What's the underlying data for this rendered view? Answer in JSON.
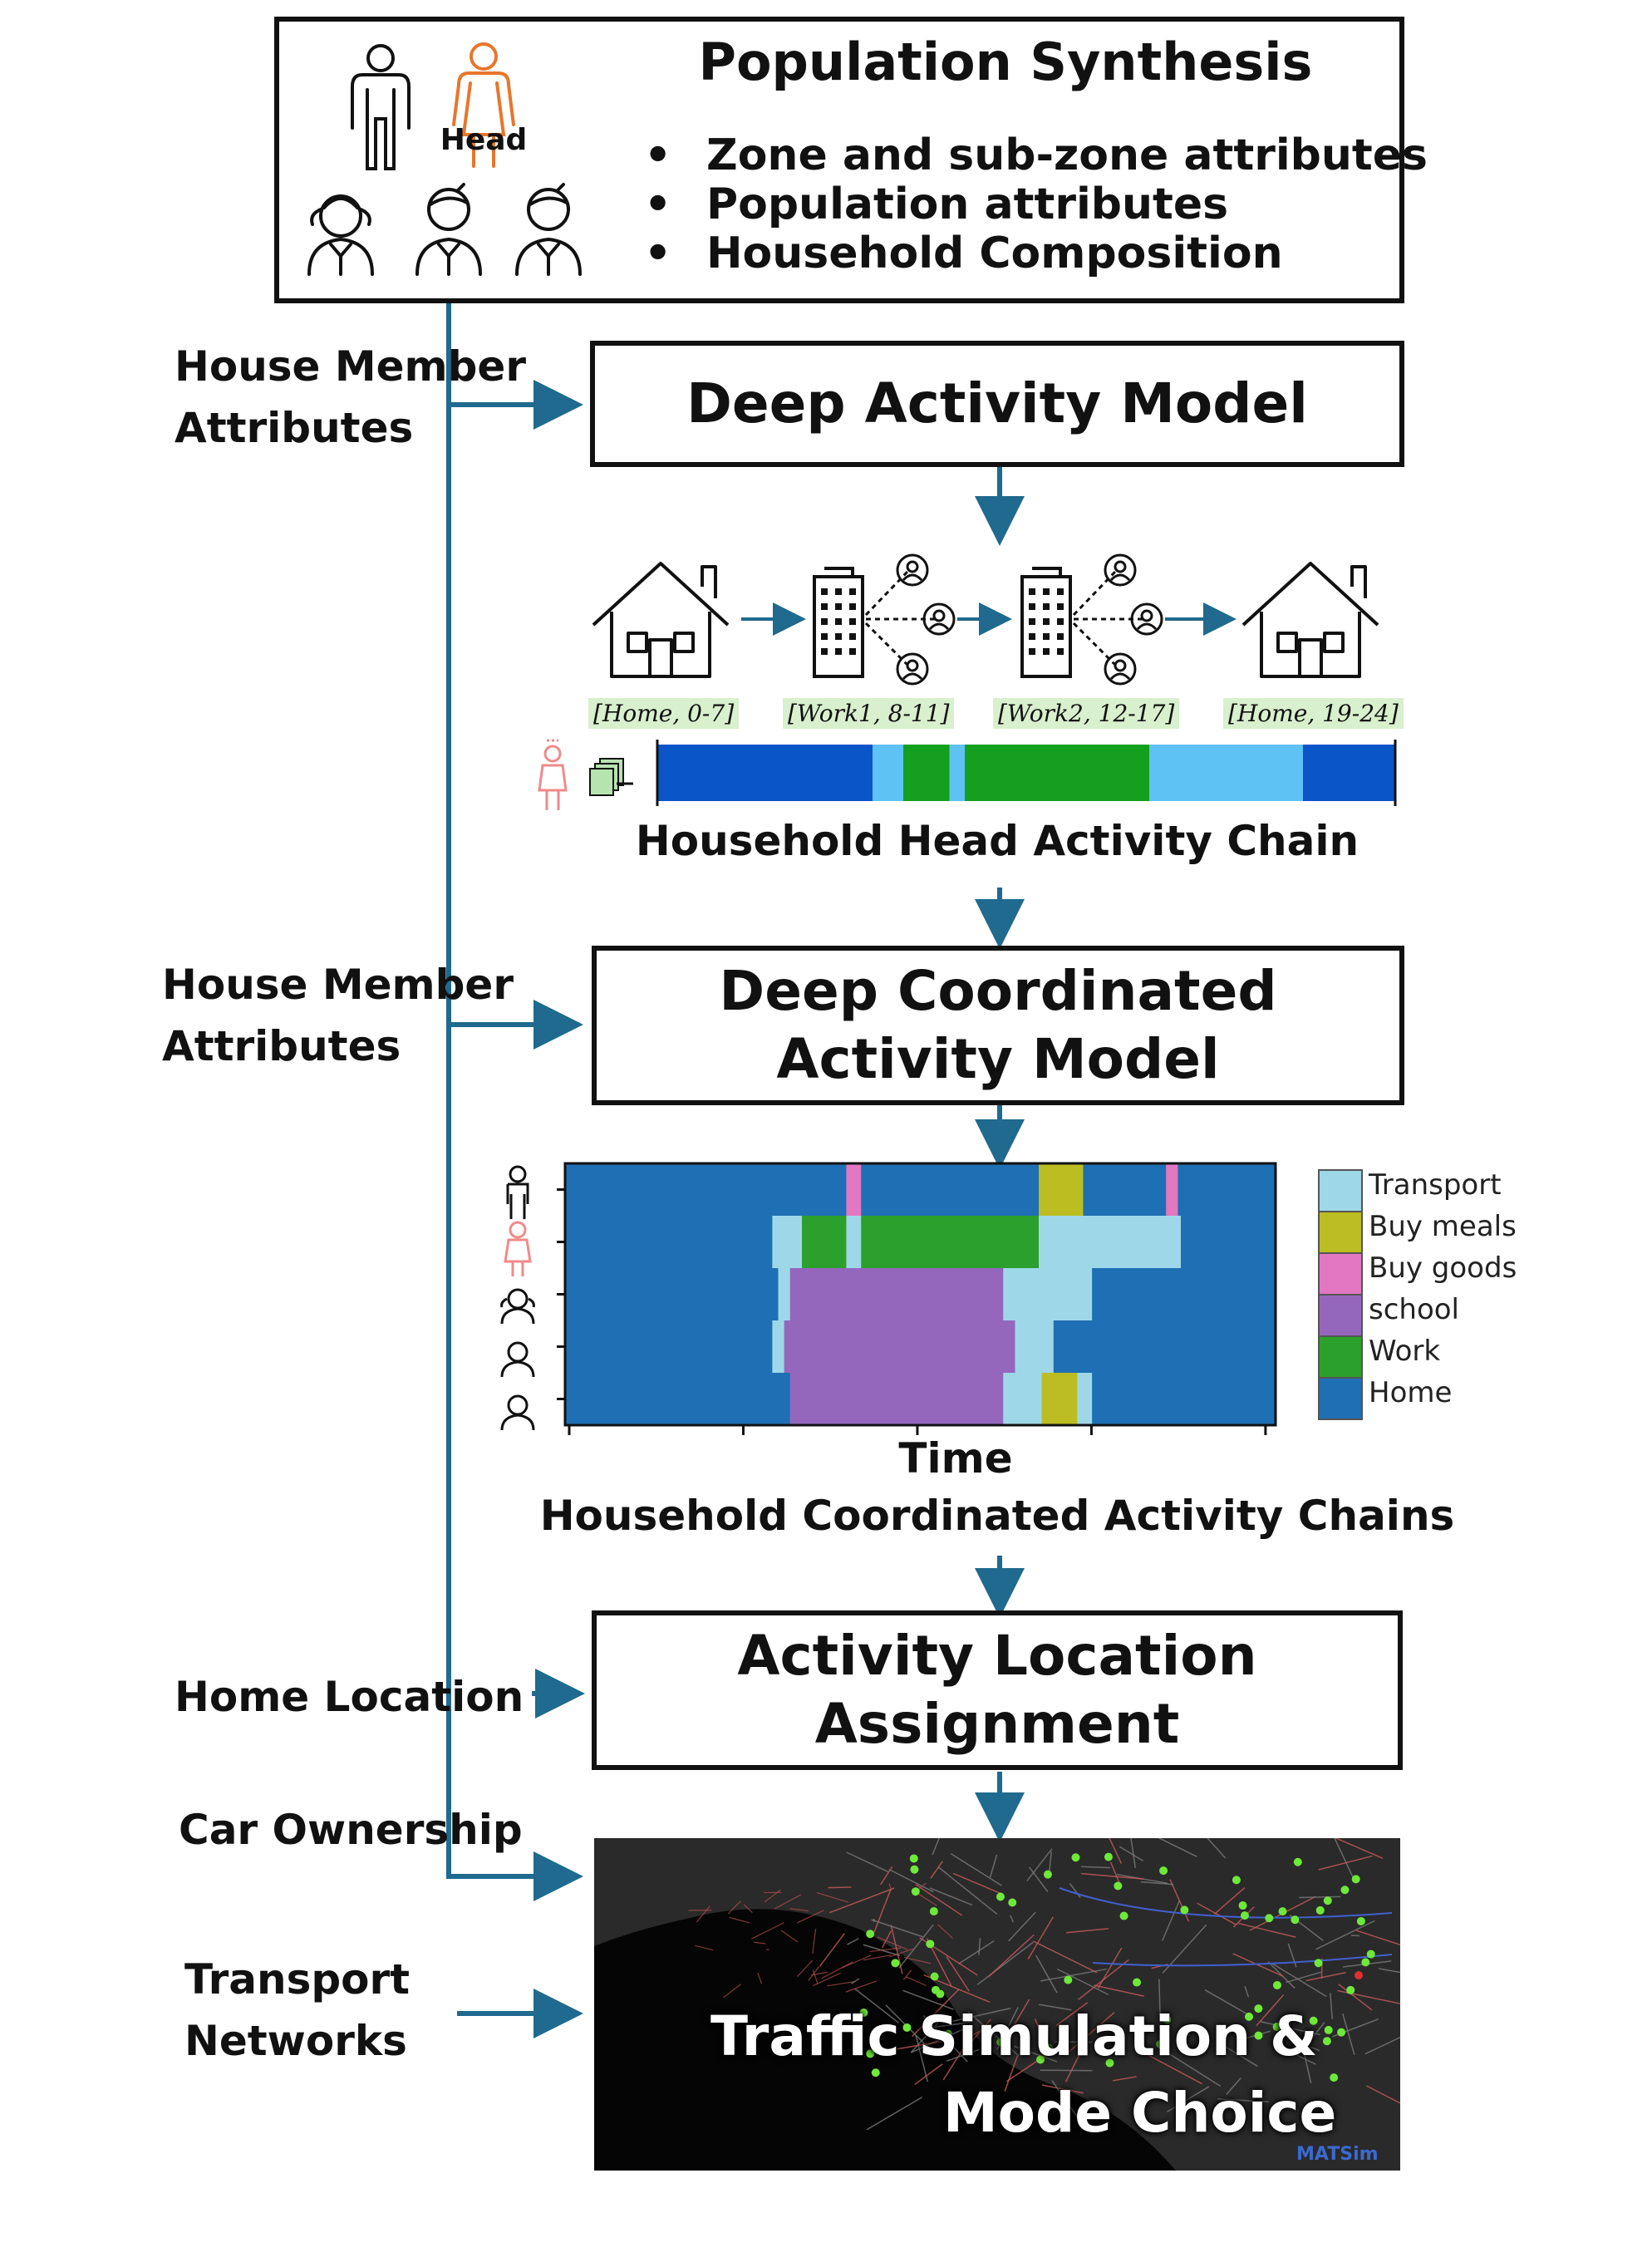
{
  "population": {
    "title": "Population Synthesis",
    "head_tag": "Head",
    "bullets": [
      "Zone and sub-zone attributes",
      "Population attributes",
      "Household Composition"
    ]
  },
  "side_labels": {
    "member_attrs_1": "House Member\nAttributes",
    "member_attrs_2": "House Member\nAttributes",
    "home_location": "Home Location",
    "car_ownership": "Car Ownership",
    "transport_networks": "Transport\nNetworks"
  },
  "boxes": {
    "deep_activity": "Deep Activity Model",
    "deep_coordinated": "Deep Coordinated\nActivity Model",
    "location_assignment": "Activity Location\nAssignment"
  },
  "activity_chain": {
    "labels": [
      "[Home, 0-7]",
      "[Work1, 8-11]",
      "[Work2, 12-17]",
      "[Home, 19-24]"
    ],
    "caption": "Household Head Activity Chain",
    "segments": [
      {
        "activity": "Home",
        "start": 0,
        "end": 7
      },
      {
        "activity": "Transport",
        "start": 7,
        "end": 8
      },
      {
        "activity": "Work",
        "start": 8,
        "end": 9.5
      },
      {
        "activity": "Transport",
        "start": 9.5,
        "end": 10
      },
      {
        "activity": "Work",
        "start": 10,
        "end": 16
      },
      {
        "activity": "Transport",
        "start": 16,
        "end": 21
      },
      {
        "activity": "Home",
        "start": 21,
        "end": 24
      }
    ]
  },
  "chart_data": {
    "type": "heatmap",
    "title": "Household Coordinated Activity Chains",
    "xlabel": "Time",
    "ylabel": "",
    "xlim": [
      0,
      24
    ],
    "rows": [
      "member-1",
      "member-2-head",
      "member-3",
      "member-4",
      "member-5"
    ],
    "legend": [
      "Transport",
      "Buy meals",
      "Buy goods",
      "school",
      "Work",
      "Home"
    ],
    "legend_position": "right",
    "schedules": [
      [
        [
          "Home",
          0,
          9.5
        ],
        [
          "Buy goods",
          9.5,
          10
        ],
        [
          "Home",
          10,
          16
        ],
        [
          "Buy meals",
          16,
          17.5
        ],
        [
          "Home",
          17.5,
          20.3
        ],
        [
          "Buy goods",
          20.3,
          20.7
        ],
        [
          "Home",
          20.7,
          24
        ]
      ],
      [
        [
          "Home",
          0,
          7
        ],
        [
          "Transport",
          7,
          8
        ],
        [
          "Work",
          8,
          9.5
        ],
        [
          "Transport",
          9.5,
          10
        ],
        [
          "Work",
          10,
          16
        ],
        [
          "Transport",
          16,
          20.8
        ],
        [
          "Home",
          20.8,
          24
        ]
      ],
      [
        [
          "Home",
          0,
          7.2
        ],
        [
          "Transport",
          7.2,
          7.6
        ],
        [
          "school",
          7.6,
          14.8
        ],
        [
          "Transport",
          14.8,
          17.8
        ],
        [
          "Home",
          17.8,
          24
        ]
      ],
      [
        [
          "Home",
          0,
          7
        ],
        [
          "Transport",
          7,
          7.4
        ],
        [
          "school",
          7.4,
          15.2
        ],
        [
          "Transport",
          15.2,
          16.5
        ],
        [
          "Home",
          16.5,
          24
        ]
      ],
      [
        [
          "Home",
          0,
          7.6
        ],
        [
          "school",
          7.6,
          14.8
        ],
        [
          "Transport",
          14.8,
          16.1
        ],
        [
          "Buy meals",
          16.1,
          17.3
        ],
        [
          "Transport",
          17.3,
          17.8
        ],
        [
          "Home",
          17.8,
          24
        ]
      ]
    ]
  },
  "colors": {
    "Home": "#1f6fb4",
    "Work": "#2ca02c",
    "school": "#9467bd",
    "Buy goods": "#e377c2",
    "Buy meals": "#bcbd22",
    "Transport": "#9ed8e8",
    "chain_home": "#0a55c8",
    "chain_transport": "#5ec2f5",
    "chain_work": "#14a01e",
    "arrow": "#1f6a8e",
    "head_orange": "#e8762c",
    "head_pink": "#f08a8a"
  },
  "simulation": {
    "title_line1": "Traffic Simulation &",
    "title_line2": "Mode Choice",
    "logo": "MATSim"
  }
}
